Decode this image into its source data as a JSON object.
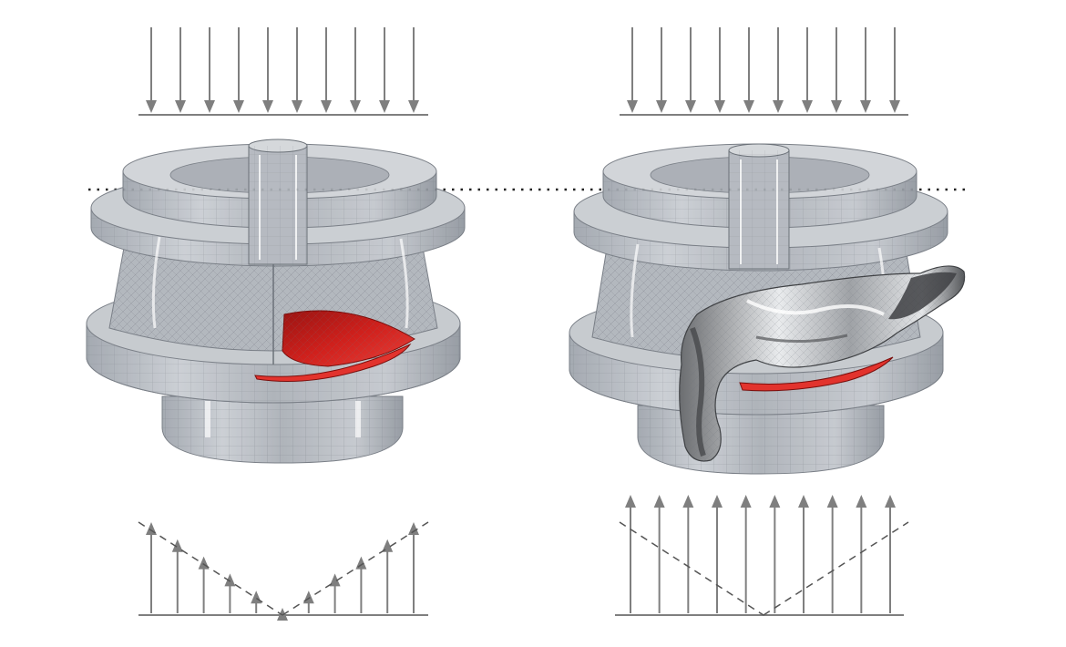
{
  "colors": {
    "arrow": "#7f7f7f",
    "dotted_line": "#222222",
    "dashed_envelope": "#555555",
    "housing_fill": "#b3b8bf",
    "housing_stroke": "#6f757d",
    "blade_red": "#d0201c",
    "blade_dark": "#9a1412",
    "cloth_light": "#e4e6e8",
    "cloth_dark": "#4a4c4f"
  },
  "panels": [
    {
      "id": "left",
      "top_load": {
        "arrows": 10
      },
      "housing": {
        "blade": true,
        "clogging_debris": false
      },
      "bottom_reaction": {
        "distribution": "linear-v",
        "arrows": 11
      }
    },
    {
      "id": "right",
      "top_load": {
        "arrows": 10
      },
      "housing": {
        "blade": true,
        "clogging_debris": true
      },
      "bottom_reaction": {
        "distribution": "uniform",
        "arrows": 10
      }
    }
  ]
}
